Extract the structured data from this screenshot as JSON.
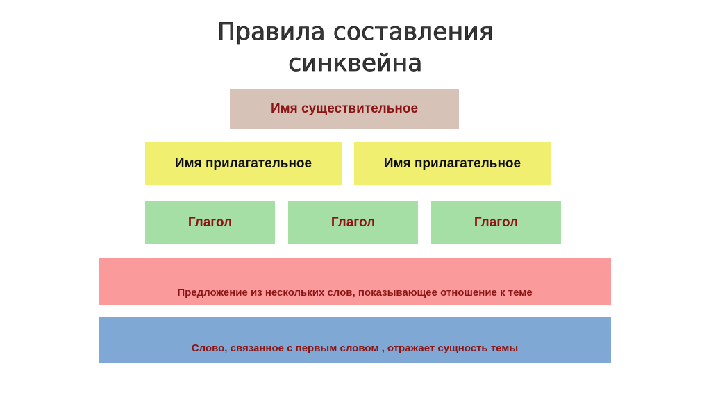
{
  "slide": {
    "title": "Правила составления\nсинквейна",
    "background_color": "#ffffff",
    "title_color": "#3a3a3a"
  },
  "pyramid": {
    "rows": [
      {
        "id": "noun",
        "background_color": "#d6c2b6",
        "text_color": "#8b1515",
        "cells": [
          {
            "label": "Имя существительное"
          }
        ]
      },
      {
        "id": "adjectives",
        "background_color": "#f0ef6f",
        "text_color": "#101010",
        "cells": [
          {
            "label": "Имя прилагательное"
          },
          {
            "label": "Имя прилагательное"
          }
        ]
      },
      {
        "id": "verbs",
        "background_color": "#a5dfa5",
        "text_color": "#8b1515",
        "cells": [
          {
            "label": "Глагол"
          },
          {
            "label": "Глагол"
          },
          {
            "label": "Глагол"
          }
        ]
      },
      {
        "id": "sentence",
        "background_color": "#fa9a9a",
        "text_color": "#8b1515",
        "cells": [
          {
            "label": "Предложение  из нескольких слов, показывающее отношение к теме"
          }
        ]
      },
      {
        "id": "word",
        "background_color": "#7fa8d4",
        "text_color": "#8b1515",
        "cells": [
          {
            "label": "Слово, связанное с первым словом , отражает сущность темы"
          }
        ]
      }
    ]
  }
}
